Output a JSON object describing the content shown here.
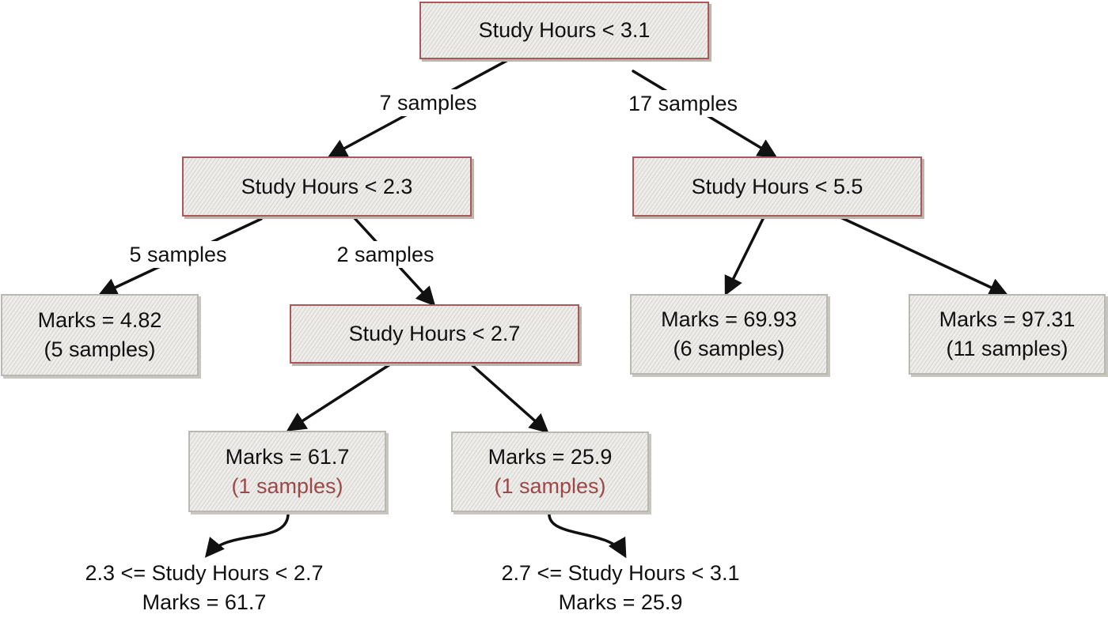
{
  "nodes": {
    "root": {
      "label": "Study Hours < 3.1"
    },
    "left": {
      "label": "Study Hours < 2.3"
    },
    "right": {
      "label": "Study Hours < 5.5"
    },
    "left_left": {
      "label": "Marks = 4.82",
      "samples": "(5 samples)"
    },
    "left_right": {
      "label": "Study Hours < 2.7"
    },
    "right_left": {
      "label": "Marks = 69.93",
      "samples": "(6 samples)"
    },
    "right_right": {
      "label": "Marks = 97.31",
      "samples": "(11 samples)"
    },
    "lr_left": {
      "label": "Marks = 61.7",
      "samples": "(1 samples)"
    },
    "lr_right": {
      "label": "Marks = 25.9",
      "samples": "(1 samples)"
    }
  },
  "edge_labels": {
    "root_left": "7 samples",
    "root_right": "17 samples",
    "left_left": "5 samples",
    "left_right": "2 samples"
  },
  "results": {
    "r1": {
      "range": "2.3 <= Study Hours < 2.7",
      "marks": "Marks = 61.7"
    },
    "r2": {
      "range": "2.7 <= Study Hours < 3.1",
      "marks": "Marks = 25.9"
    }
  },
  "colors": {
    "split_border": "#a85a5a",
    "leaf_border": "#b9b9b3",
    "highlight_text": "#9b4848",
    "fill": "#efedea"
  }
}
